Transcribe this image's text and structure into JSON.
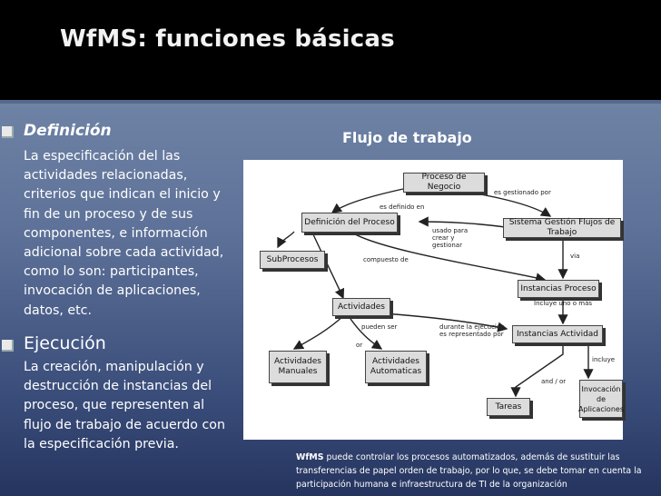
{
  "slide_title": "WfMS: funciones básicas",
  "left": {
    "definicion_heading": "Definición",
    "definicion_text": "La especificación del las actividades relacionadas, criterios que indican el inicio y fin de un proceso y de sus componentes, e información adicional sobre cada actividad, como lo son: participantes, invocación de aplicaciones, datos, etc.",
    "ejecucion_heading": "Ejecución",
    "ejecucion_text": "La creación, manipulación y destrucción de instancias del proceso, que representen al flujo de trabajo de acuerdo con la especificación previa."
  },
  "diagram": {
    "title": "Flujo de trabajo",
    "nodes": {
      "proceso_negocio": "Proceso de Negocio",
      "definicion_proceso": "Definición del Proceso",
      "sistema_gestion": "Sistema Gestión Flujos de Trabajo",
      "subprocesos": "SubProcesos",
      "instancias_proceso": "Instancias Proceso",
      "actividades": "Actividades",
      "instancias_actividad": "Instancias Actividad",
      "actividades_manuales": "Actividades Manuales",
      "actividades_automaticas": "Actividades Automaticas",
      "tareas": "Tareas",
      "invocacion_aplicaciones": "Invocación de Aplicaciones"
    },
    "edges": {
      "es_definido_en": "es definido en",
      "es_gestionado_por": "es gestionado por",
      "usado_para_crear": "usado para crear y gestionar",
      "compuesto_de": "compuesto de",
      "via": "via",
      "incluye_uno_o_mas": "Incluye    uno o más",
      "pueden_ser": "pueden ser",
      "or": "or",
      "durante_la_ejecucion": "durante la ejecución es representado por",
      "incluye": "incluye",
      "and_or": "and / or"
    }
  },
  "caption": {
    "bold": "WfMS",
    "text": " puede controlar los procesos automatizados, además de sustituir las transferencias de papel orden de trabajo, por lo que, se debe tomar en cuenta la participación humana e infraestructura de TI de la organización"
  }
}
